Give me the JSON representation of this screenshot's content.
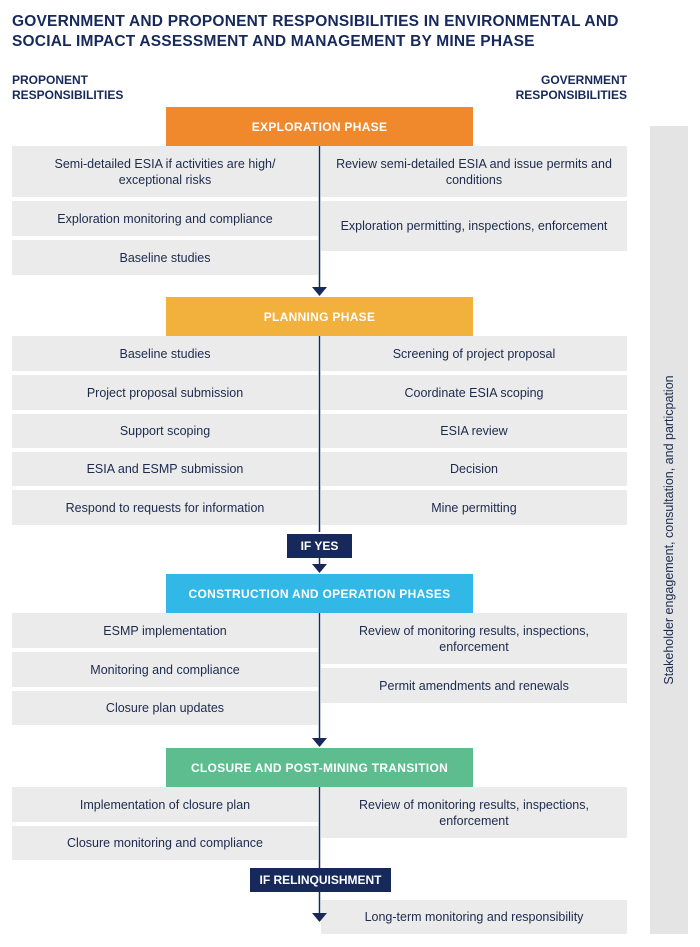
{
  "title": "GOVERNMENT AND PROPONENT RESPONSIBILITIES IN ENVIRONMENTAL AND SOCIAL IMPACT ASSESSMENT AND MANAGEMENT BY MINE PHASE",
  "headers": {
    "proponent": [
      "PROPONENT",
      "RESPONSIBILITIES"
    ],
    "government": [
      "GOVERNMENT",
      "RESPONSIBILITIES"
    ]
  },
  "side_label": "Stakeholder engagement, consultation, and particpation",
  "colors": {
    "exploration": "#f0892b",
    "planning": "#f2b03c",
    "construction": "#32b8e6",
    "closure": "#5dbd8e",
    "gate": "#16295a",
    "line": "#16295a",
    "cell": "#ebebeb"
  },
  "phases": {
    "exploration": {
      "label": "EXPLORATION PHASE",
      "proponent": [
        "Semi-detailed ESIA if activities are high/ exceptional risks",
        "Exploration monitoring and compliance",
        "Baseline studies"
      ],
      "government": [
        "Review semi-detailed ESIA and issue permits and conditions",
        "Exploration permitting, inspections, enforcement"
      ]
    },
    "planning": {
      "label": "PLANNING PHASE",
      "proponent": [
        "Baseline studies",
        "Project proposal submission",
        "Support scoping",
        "ESIA and ESMP submission",
        "Respond to requests for information"
      ],
      "government": [
        "Screening of project proposal",
        "Coordinate ESIA scoping",
        "ESIA review",
        "Decision",
        "Mine permitting"
      ]
    },
    "construction": {
      "label": "CONSTRUCTION AND OPERATION PHASES",
      "proponent": [
        "ESMP implementation",
        "Monitoring and compliance",
        "Closure plan updates"
      ],
      "government": [
        "Review of monitoring results, inspections, enforcement",
        "Permit amendments and renewals"
      ]
    },
    "closure": {
      "label": "CLOSURE AND POST-MINING TRANSITION",
      "proponent": [
        "Implementation of closure plan",
        "Closure monitoring and compliance"
      ],
      "government": [
        "Review of monitoring results, inspections, enforcement"
      ]
    }
  },
  "gates": {
    "if_yes": "IF YES",
    "if_relinquishment": "IF RELINQUISHMENT"
  },
  "final": "Long-term monitoring and responsibility"
}
